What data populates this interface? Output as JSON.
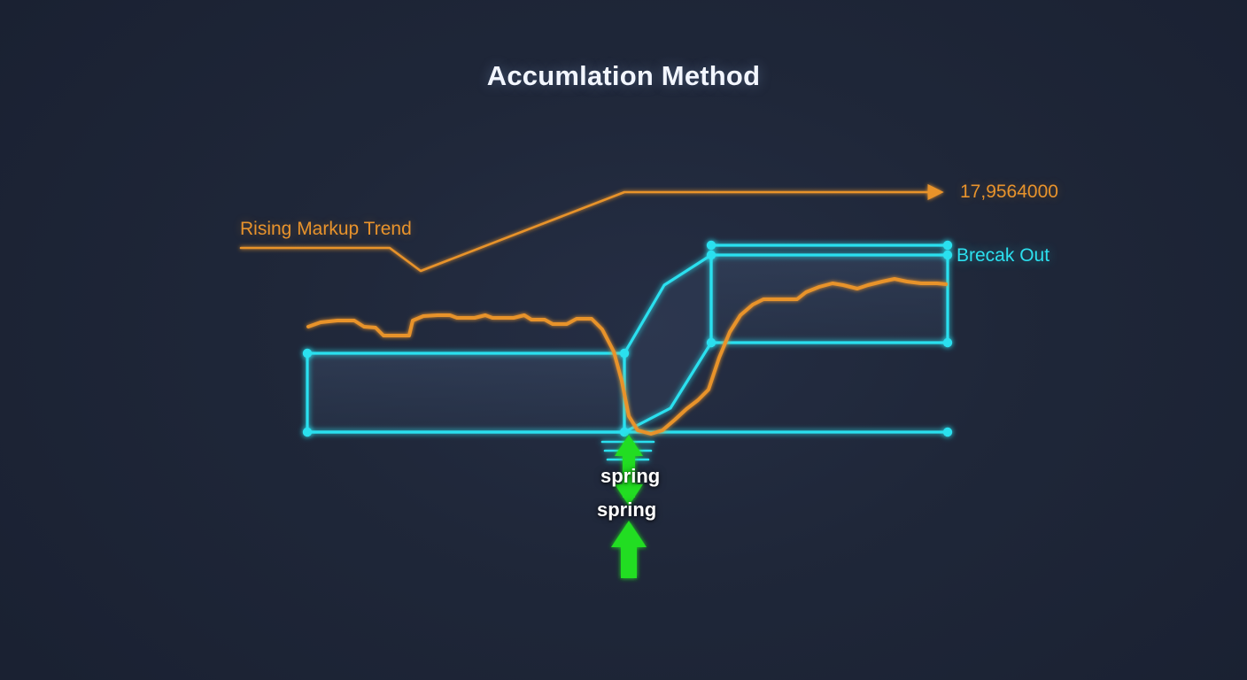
{
  "title": "Accumlation Method",
  "labels": {
    "value_target": "17,9564000",
    "rising_trend": "Rising Markup Trend",
    "break_out": "Brecak Out",
    "spring_upper": "spring",
    "spring_lower": "spring"
  },
  "colors": {
    "background": "#1b2233",
    "panel_gradient_center": "#252e44",
    "accent_orange": "#e8932c",
    "accent_cyan": "#2ce0ef",
    "accent_green": "#22dd22",
    "title_text": "#f2f6ff",
    "zone_fill": "#31405a"
  },
  "chart_data": {
    "type": "line",
    "title": "Accumlation Method",
    "xlabel": "",
    "ylabel": "",
    "grid": false,
    "legend": "none",
    "xlim": [
      0,
      1408
    ],
    "ylim": [
      768,
      0
    ],
    "annotations": [
      {
        "name": "value-target",
        "text": "17,9564000",
        "color": "#e8932c",
        "x": 1084,
        "y": 216
      },
      {
        "name": "rising-markup-trend",
        "text": "Rising Markup Trend",
        "color": "#e8932c",
        "x": 271,
        "y": 259
      },
      {
        "name": "break-out",
        "text": "Brecak Out",
        "color": "#2ce0ef",
        "x": 1080,
        "y": 289
      },
      {
        "name": "spring-upper",
        "text": "spring",
        "color": "#ffffff",
        "x": 710,
        "y": 538
      },
      {
        "name": "spring-lower",
        "text": "spring",
        "color": "#ffffff",
        "x": 707,
        "y": 576
      }
    ],
    "series": [
      {
        "name": "rising-markup-trendline",
        "color": "#e8932c",
        "type": "line",
        "arrow_end": true,
        "points": [
          [
            272,
            280
          ],
          [
            440,
            280
          ],
          [
            475,
            306
          ],
          [
            705,
            217
          ],
          [
            1068,
            217
          ]
        ]
      },
      {
        "name": "price-action",
        "color": "#e8932c",
        "type": "line",
        "points": [
          [
            348,
            369
          ],
          [
            362,
            364
          ],
          [
            381,
            362
          ],
          [
            400,
            362
          ],
          [
            411,
            369
          ],
          [
            424,
            370
          ],
          [
            433,
            379
          ],
          [
            452,
            379
          ],
          [
            462,
            379
          ],
          [
            466,
            362
          ],
          [
            478,
            357
          ],
          [
            494,
            356
          ],
          [
            508,
            356
          ],
          [
            516,
            359
          ],
          [
            536,
            359
          ],
          [
            548,
            356
          ],
          [
            556,
            359
          ],
          [
            580,
            359
          ],
          [
            592,
            356
          ],
          [
            600,
            361
          ],
          [
            615,
            361
          ],
          [
            624,
            366
          ],
          [
            640,
            366
          ],
          [
            651,
            360
          ],
          [
            668,
            360
          ],
          [
            680,
            372
          ],
          [
            693,
            397
          ],
          [
            702,
            430
          ],
          [
            710,
            470
          ],
          [
            720,
            486
          ],
          [
            735,
            490
          ],
          [
            748,
            486
          ],
          [
            762,
            474
          ],
          [
            775,
            462
          ],
          [
            788,
            452
          ],
          [
            800,
            440
          ],
          [
            812,
            404
          ],
          [
            824,
            375
          ],
          [
            836,
            356
          ],
          [
            850,
            344
          ],
          [
            862,
            338
          ],
          [
            885,
            338
          ],
          [
            900,
            338
          ],
          [
            910,
            330
          ],
          [
            925,
            324
          ],
          [
            940,
            320
          ],
          [
            952,
            322
          ],
          [
            968,
            326
          ],
          [
            980,
            322
          ],
          [
            996,
            318
          ],
          [
            1010,
            315
          ],
          [
            1024,
            318
          ],
          [
            1040,
            320
          ],
          [
            1058,
            320
          ],
          [
            1068,
            321
          ]
        ]
      },
      {
        "name": "accumulation-zone-left",
        "color": "#2ce0ef",
        "type": "rect",
        "x1": 347,
        "y1": 399,
        "x2": 705,
        "y2": 488,
        "fill": "rgba(85,120,165,0.22)"
      },
      {
        "name": "breakout-zone-right",
        "color": "#2ce0ef",
        "type": "rect",
        "x1": 803,
        "y1": 288,
        "x2": 1070,
        "y2": 387,
        "fill": "rgba(85,120,165,0.22)"
      },
      {
        "name": "resistance-line-top",
        "color": "#2ce0ef",
        "type": "line",
        "points": [
          [
            803,
            277
          ],
          [
            1070,
            277
          ]
        ]
      },
      {
        "name": "support-line-bottom",
        "color": "#2ce0ef",
        "type": "line",
        "points": [
          [
            347,
            488
          ],
          [
            1070,
            488
          ]
        ]
      },
      {
        "name": "spring-recovery-path",
        "color": "#2ce0ef",
        "type": "line",
        "points": [
          [
            705,
            488
          ],
          [
            757,
            461
          ],
          [
            803,
            387
          ],
          [
            803,
            288
          ]
        ]
      },
      {
        "name": "markup-leg-path",
        "color": "#2ce0ef",
        "type": "line",
        "points": [
          [
            705,
            488
          ],
          [
            705,
            399
          ],
          [
            750,
            322
          ],
          [
            803,
            288
          ]
        ]
      },
      {
        "name": "spring-tick-marks",
        "color": "#2ce0ef",
        "type": "ticks",
        "ticks": [
          [
            680,
            499,
            738,
            499
          ],
          [
            683,
            509,
            735,
            509
          ],
          [
            686,
            519,
            732,
            519
          ]
        ]
      },
      {
        "name": "spring-double-arrow",
        "color": "#22dd22",
        "type": "arrow",
        "x": 710,
        "y_top": 492,
        "y_bottom": 570,
        "heads": "both"
      },
      {
        "name": "spring-up-arrow",
        "color": "#22dd22",
        "type": "arrow",
        "x": 710,
        "y_top": 588,
        "y_bottom": 652,
        "heads": "up"
      }
    ],
    "markers": [
      {
        "name": "zone-left-top-left",
        "x": 347,
        "y": 399
      },
      {
        "name": "zone-left-top-right",
        "x": 705,
        "y": 399
      },
      {
        "name": "zone-left-bottom-left",
        "x": 347,
        "y": 488
      },
      {
        "name": "zone-left-bottom-right",
        "x": 705,
        "y": 488
      },
      {
        "name": "support-right-end",
        "x": 1070,
        "y": 488
      },
      {
        "name": "zone-right-top-left",
        "x": 803,
        "y": 288
      },
      {
        "name": "zone-right-top-right",
        "x": 1070,
        "y": 288
      },
      {
        "name": "zone-right-bottom-left",
        "x": 803,
        "y": 387
      },
      {
        "name": "zone-right-bottom-right",
        "x": 1070,
        "y": 387
      },
      {
        "name": "resistance-left-end",
        "x": 803,
        "y": 277
      },
      {
        "name": "resistance-right-end",
        "x": 1070,
        "y": 277
      }
    ]
  }
}
